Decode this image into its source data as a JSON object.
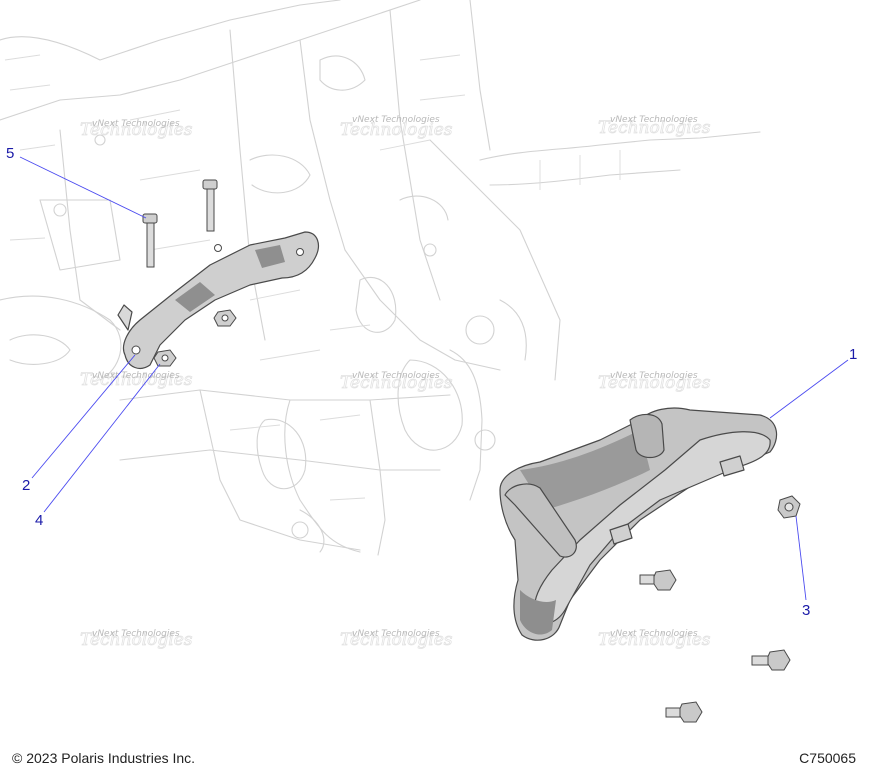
{
  "callouts": [
    {
      "id": "1",
      "label": "1"
    },
    {
      "id": "2",
      "label": "2"
    },
    {
      "id": "3",
      "label": "3"
    },
    {
      "id": "4",
      "label": "4"
    },
    {
      "id": "5",
      "label": "5"
    }
  ],
  "watermark": {
    "line1": "vNext Technologies",
    "line2": "Technologies"
  },
  "footer": {
    "copyright": "© 2023 Polaris Industries Inc.",
    "figure_id": "C750065"
  },
  "colors": {
    "callout": "#1a1aa8",
    "leader": "#4a4af0",
    "ghost": "#d2d2d2",
    "part_fill": "#c9c9c9",
    "part_shade": "#8f8f8f"
  }
}
